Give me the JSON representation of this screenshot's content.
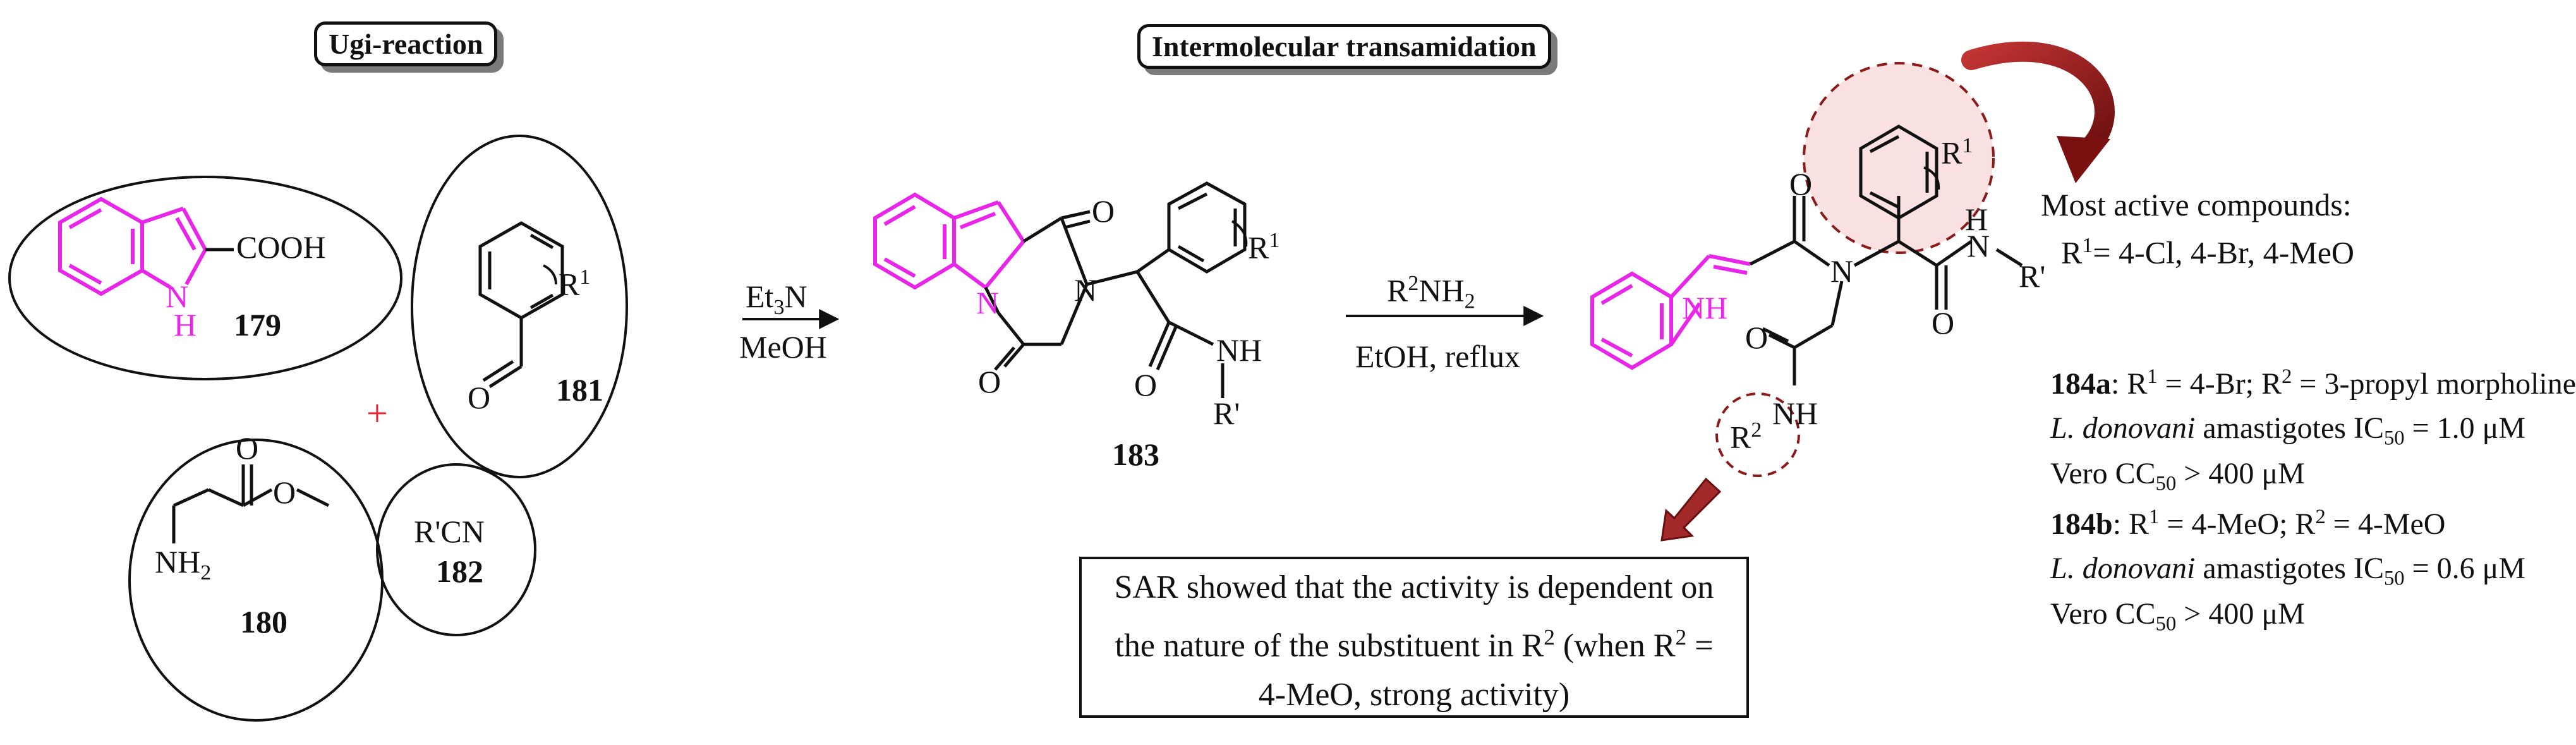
{
  "titles": {
    "ugi": "Ugi-reaction",
    "transamidation": "Intermolecular transamidation"
  },
  "compounds": {
    "c179": "179",
    "c180": "180",
    "c181": "181",
    "c182": "182",
    "c183": "183",
    "cooh": "COOH",
    "nh_h": "H",
    "nh_n": "N",
    "nh2_180": "NH",
    "r1": "R",
    "r1sup": "1",
    "r_cn": "R'CN",
    "o_ald": "O",
    "plus": "+",
    "o": "O",
    "n": "N",
    "nh": "NH",
    "rprime": "R'",
    "h": "H",
    "nh_184": "NH",
    "r2": "R",
    "r2sup": "2"
  },
  "conditions": {
    "step1_reagent": "Et",
    "step1_reagent_sub": "3",
    "step1_reagent_tail": "N",
    "step1_solvent": "MeOH",
    "step2_reagent_pre": "R",
    "step2_reagent_sup": "2",
    "step2_reagent_mid": "NH",
    "step2_reagent_sub": "2",
    "step2_solvent": "EtOH, reflux"
  },
  "activity": {
    "heading": "Most active compounds:",
    "list_r": "R",
    "list_sup": "1",
    "list_values": "= 4-Cl, 4-Br, 4-MeO",
    "a_label": "184a",
    "a_sub": ": R",
    "a_r1_val": " = 4-Br; R",
    "a_r2_val": " = 3-propyl morpholine",
    "a_org": "L. donovani",
    "a_assay": " amastigotes IC",
    "a_ic_sub": "50",
    "a_ic_val": " = 1.0 μM",
    "a_vero": "Vero CC",
    "a_cc_sub": "50",
    "a_cc_val": " > 400 μM",
    "b_label": "184b",
    "b_sub": ": R",
    "b_r1_val": " = 4-MeO; R",
    "b_r2_val": " = 4-MeO",
    "b_org": "L. donovani",
    "b_assay": " amastigotes IC",
    "b_ic_sub": "50",
    "b_ic_val": " = 0.6 μM",
    "b_vero": "Vero CC",
    "b_cc_sub": "50",
    "b_cc_val": " > 400 μM"
  },
  "sar": {
    "line1": "SAR showed that the activity is dependent on",
    "line2_pre": "the nature of the substituent in R",
    "line2_sup": "2",
    "line2_mid": " (when R",
    "line2_sup2": "2",
    "line2_post": " =",
    "line3": "4-MeO, strong activity)"
  },
  "colors": {
    "indole": "#e825e8",
    "plus": "#e8252f",
    "highlight": "#f4c9c9",
    "dashed_circle": "#8b1a1a",
    "arrow": "#8b1a1a"
  }
}
